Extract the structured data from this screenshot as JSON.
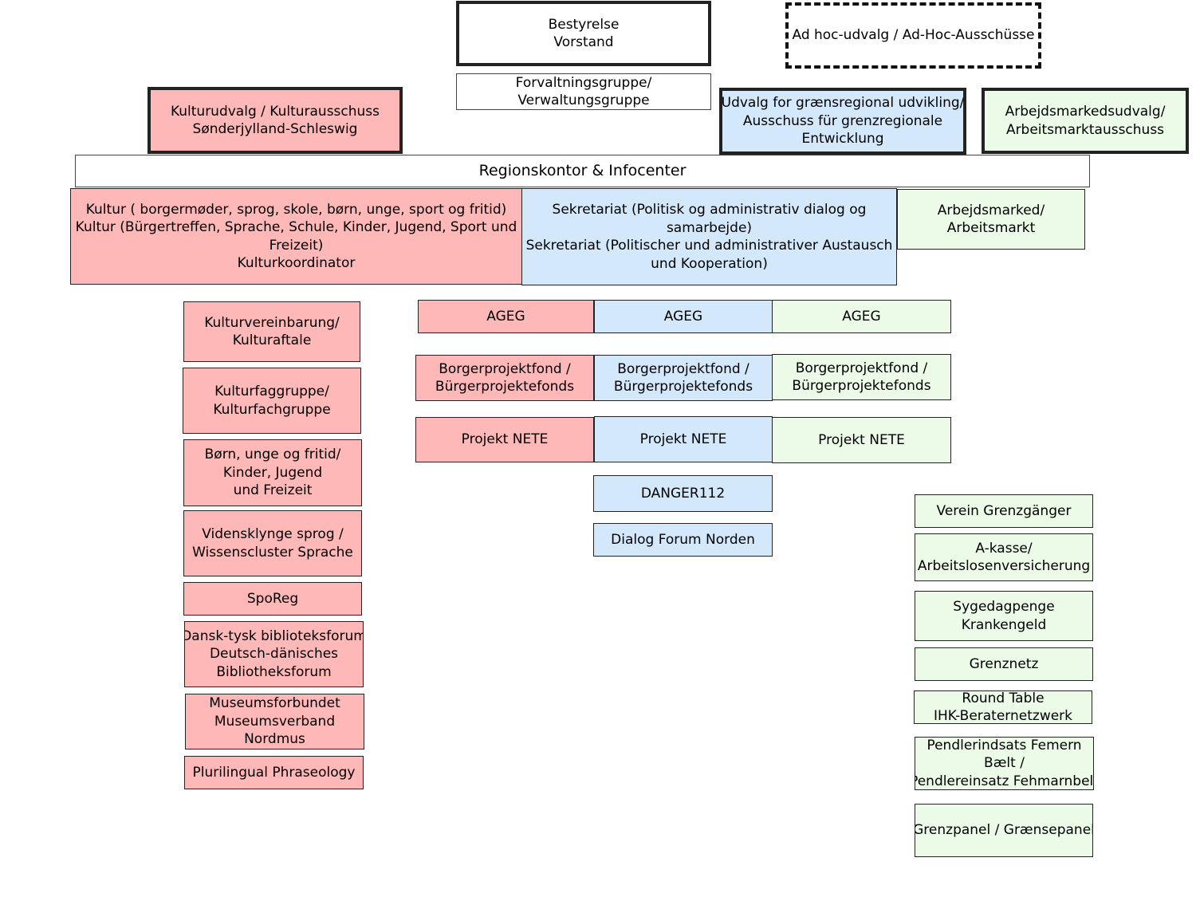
{
  "top": {
    "board": [
      "Bestyrelse",
      "Vorstand"
    ],
    "adhoc": [
      "Ad hoc-udvalg / Ad-Hoc-Ausschüsse"
    ],
    "admin_group": [
      "Forvaltningsgruppe/",
      "Verwaltungsgruppe"
    ]
  },
  "committees": {
    "culture": [
      "Kulturudvalg / Kulturausschuss",
      "Sønderjylland-Schleswig"
    ],
    "crossborder": [
      "Udvalg for grænsregional udvikling/",
      "Ausschuss für grenzregionale",
      "Entwicklung"
    ],
    "labour": [
      "Arbejdsmarkedsudvalg/",
      "Arbeitsmarktausschuss"
    ]
  },
  "office": [
    "Regionskontor & Infocenter"
  ],
  "departments": {
    "culture": [
      "Kultur ( borgermøder, sprog, skole, børn, unge, sport og fritid)",
      "Kultur (Bürgertreffen, Sprache, Schule, Kinder, Jugend, Sport und",
      "Freizeit)",
      "Kulturkoordinator"
    ],
    "secretariat": [
      "Sekretariat (Politisk og administrativ dialog og",
      "samarbejde)",
      "Sekretariat (Politischer und administrativer Austausch",
      "und Kooperation)"
    ],
    "labour": [
      "Arbejdsmarked/",
      "Arbeitsmarkt"
    ]
  },
  "culture_items": [
    [
      "Kulturvereinbarung/",
      "Kulturaftale"
    ],
    [
      "Kulturfaggruppe/",
      "Kulturfachgruppe"
    ],
    [
      "Børn, unge og fritid/",
      "Kinder, Jugend",
      "und Freizeit"
    ],
    [
      "Vidensklynge sprog /",
      "Wissenscluster Sprache"
    ],
    [
      "SpoReg"
    ],
    [
      "Dansk-tysk biblioteksforum",
      "Deutsch-dänisches",
      "Bibliotheksforum"
    ],
    [
      "Museumsforbundet",
      "Museumsverband",
      "Nordmus"
    ],
    [
      "Plurilingual Phraseology"
    ]
  ],
  "shared": {
    "ageg": [
      "AGEG"
    ],
    "fund": [
      "Borgerprojektfond /",
      "Bürgerprojektefonds"
    ],
    "nete": [
      "Projekt NETE"
    ]
  },
  "secretariat_items": [
    [
      "DANGER112"
    ],
    [
      "Dialog Forum Norden"
    ]
  ],
  "labour_items": [
    [
      "Verein Grenzgänger"
    ],
    [
      "A-kasse/",
      "Arbeitslosenversicherung"
    ],
    [
      "Sygedagpenge",
      "Krankengeld"
    ],
    [
      "Grenznetz"
    ],
    [
      "Round Table",
      "IHK-Beraternetzwerk"
    ],
    [
      "Pendlerindsats Femern",
      "Bælt /",
      "Pendlereinsatz Fehmarnbelt"
    ],
    [
      "Grenzpanel / Grænsepanel"
    ]
  ],
  "colors": {
    "culture": "#ffb8b8",
    "secretariat": "#d3e8fb",
    "labour": "#ebfbe8"
  }
}
